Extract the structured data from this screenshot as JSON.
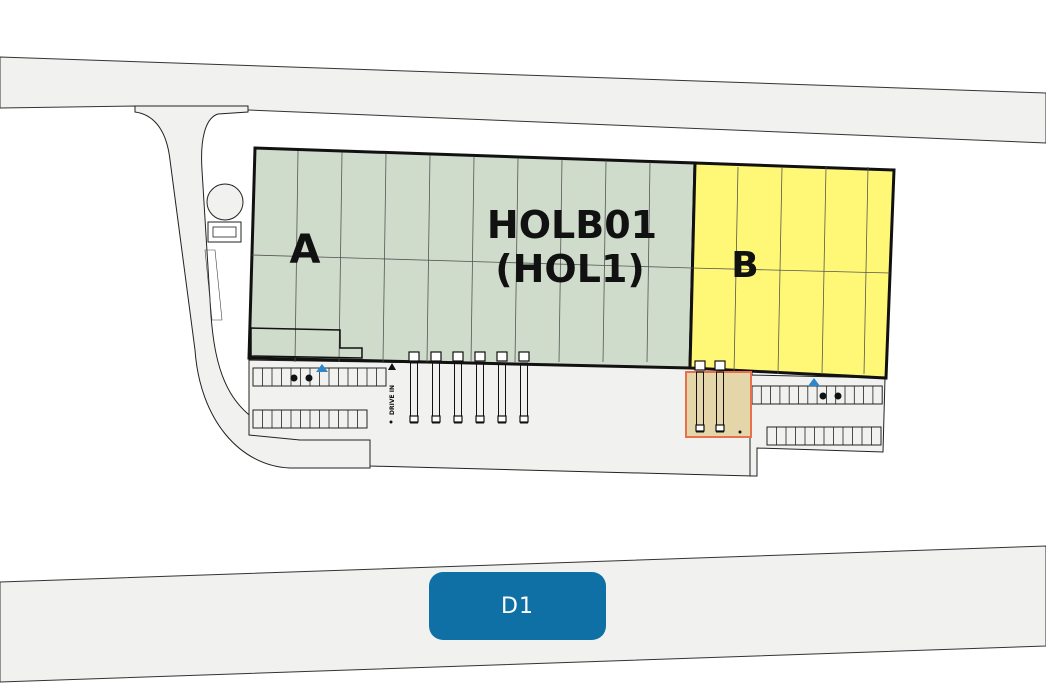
{
  "road": {
    "label": "D1",
    "badge_color": "#0f70a6"
  },
  "building": {
    "name_line1": "HOLB01",
    "name_line2": "(HOL1)",
    "units": [
      {
        "id": "A",
        "label": "A",
        "color": "#cfdbcb"
      },
      {
        "id": "B",
        "label": "B",
        "color": "#fff876"
      }
    ]
  },
  "markings": {
    "drive_in": "DRIVE IN"
  },
  "colors": {
    "road_fill": "#f1f1ef",
    "dock_highlight": "#e4d6a8",
    "dock_outline": "#e8704a",
    "ev_marker": "#2f86c8"
  }
}
